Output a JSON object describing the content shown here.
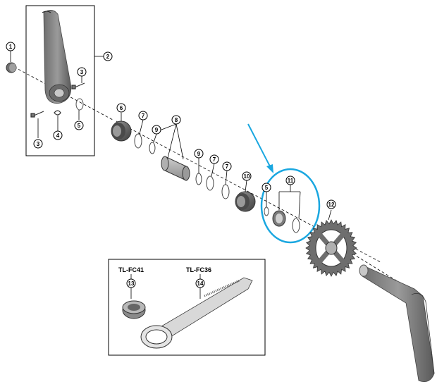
{
  "diagram": {
    "tool_labels": {
      "tl_fc41": "TL-FC41",
      "tl_fc36": "TL-FC36"
    },
    "callouts": [
      {
        "id": "c1",
        "number": "1"
      },
      {
        "id": "c2",
        "number": "2"
      },
      {
        "id": "c3a",
        "number": "3"
      },
      {
        "id": "c3b",
        "number": "3"
      },
      {
        "id": "c4",
        "number": "4"
      },
      {
        "id": "c5a",
        "number": "5"
      },
      {
        "id": "c5b",
        "number": "5"
      },
      {
        "id": "c6",
        "number": "6"
      },
      {
        "id": "c7a",
        "number": "7"
      },
      {
        "id": "c7b",
        "number": "7"
      },
      {
        "id": "c7c",
        "number": "7"
      },
      {
        "id": "c8",
        "number": "8"
      },
      {
        "id": "c9a",
        "number": "9"
      },
      {
        "id": "c9b",
        "number": "9"
      },
      {
        "id": "c10",
        "number": "10"
      },
      {
        "id": "c11",
        "number": "11"
      },
      {
        "id": "c12",
        "number": "12"
      },
      {
        "id": "c13",
        "number": "13"
      },
      {
        "id": "c14",
        "number": "14"
      }
    ],
    "colors": {
      "highlight": "#1aa7e0",
      "part_dark": "#5a5a5a",
      "part_mid": "#8c8c8c",
      "part_light": "#c8c8c8",
      "line": "#000000"
    }
  }
}
